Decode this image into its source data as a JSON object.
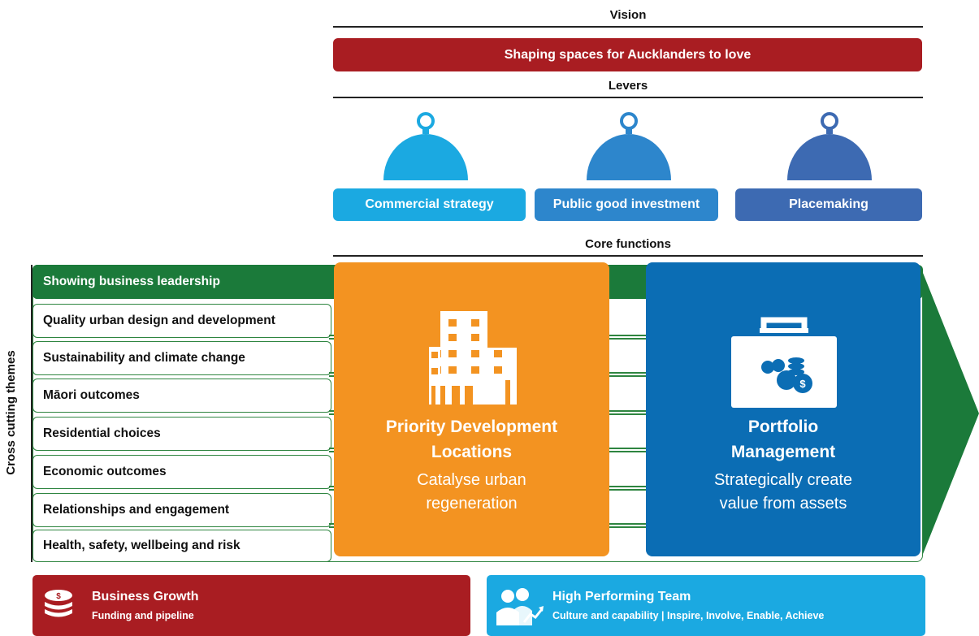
{
  "vision": {
    "heading": "Vision",
    "statement": "Shaping spaces for Aucklanders to love"
  },
  "levers": {
    "heading": "Levers",
    "items": [
      {
        "label": "Commercial strategy",
        "color": "#1ba9e1",
        "icon": "cloche-icon"
      },
      {
        "label": "Public good investment",
        "color": "#2d86cc",
        "icon": "cloche-icon"
      },
      {
        "label": "Placemaking",
        "color": "#3d6ab2",
        "icon": "cloche-icon"
      }
    ]
  },
  "core_functions": {
    "heading": "Core functions",
    "items": [
      {
        "title_line1": "Priority Development",
        "title_line2": "Locations",
        "desc_line1": "Catalyse urban",
        "desc_line2": "regeneration",
        "color": "#f39321",
        "icon": "building-icon"
      },
      {
        "title_line1": "Portfolio",
        "title_line2": "Management",
        "desc_line1": "Strategically create",
        "desc_line2": "value from assets",
        "color": "#0b6db4",
        "icon": "briefcase-coins-icon"
      }
    ]
  },
  "cross_cutting": {
    "label": "Cross cutting themes",
    "color": "#1b7a3a",
    "themes": [
      "Showing business leadership",
      "Quality urban design and development",
      "Sustainability and climate change",
      "Māori outcomes",
      "Residential choices",
      "Economic outcomes",
      "Relationships and engagement",
      "Health, safety, wellbeing and risk"
    ]
  },
  "bottom": {
    "business_growth": {
      "title": "Business Growth",
      "subtitle": "Funding and pipeline",
      "color": "#a91d22",
      "icon": "coin-stack-icon"
    },
    "high_performing_team": {
      "title": "High Performing Team",
      "subtitle": "Culture and capability | Inspire, Involve, Enable, Achieve",
      "color": "#1ba9e1",
      "icon": "team-growth-icon"
    }
  }
}
